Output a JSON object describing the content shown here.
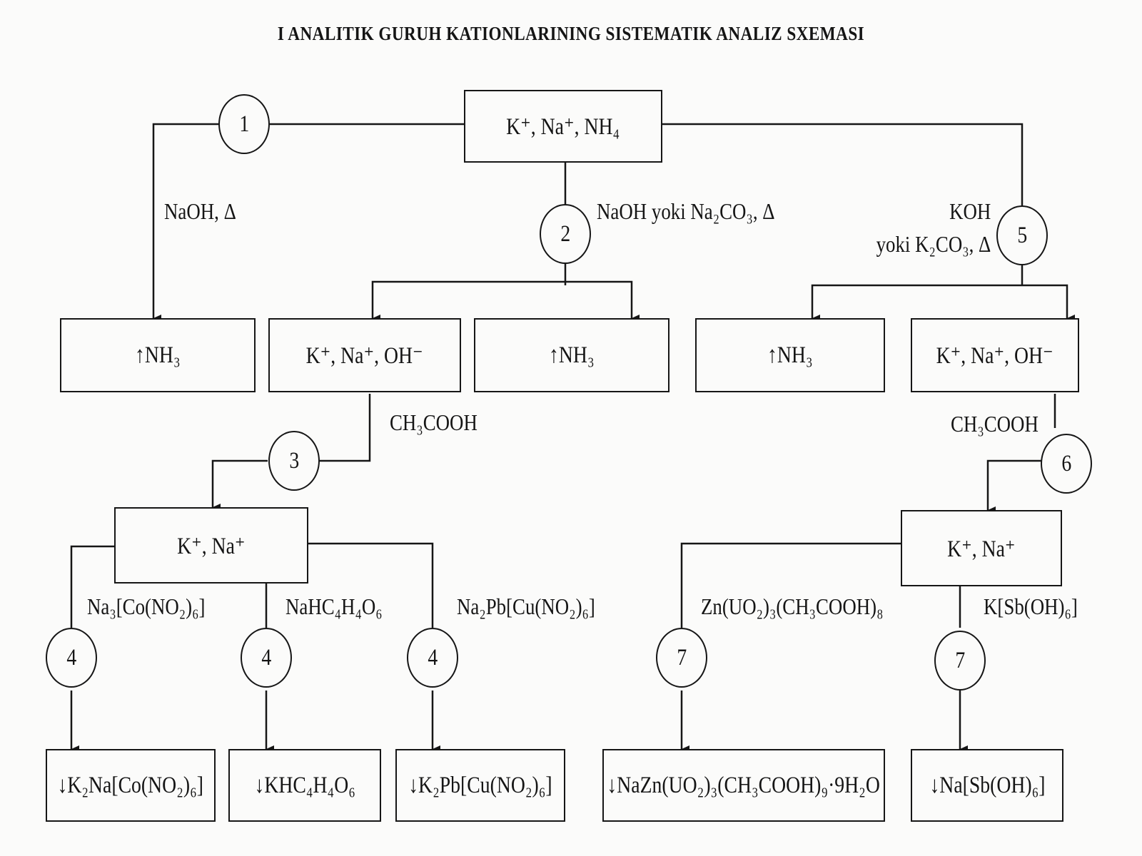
{
  "title": "I ANALITIK GURUH KATIONLARINING SISTEMATIK ANALIZ SXEMASI",
  "boxes": {
    "start": "K⁺, Na⁺, NH₄",
    "nh3_a": "↑NH₃",
    "mix_left": "K⁺, Na⁺, OH⁻",
    "nh3_b": "↑NH₃",
    "nh3_c": "↑NH₃",
    "mix_right": "K⁺, Na⁺, OH⁻",
    "kna_left": "K⁺, Na⁺",
    "kna_right": "K⁺, Na⁺",
    "p1": "↓K₂Na[Co(NO₂)₆]",
    "p2": "↓KHC₄H₄O₆",
    "p3": "↓K₂Pb[Cu(NO₂)₆]",
    "p4": "↓NaZn(UO₂)₃(CH₃COOH)₉·9H₂O",
    "p5": "↓Na[Sb(OH)₆]"
  },
  "steps": {
    "s1": "1",
    "s2": "2",
    "s3": "3",
    "s4a": "4",
    "s4b": "4",
    "s4c": "4",
    "s5": "5",
    "s6": "6",
    "s7a": "7",
    "s7b": "7"
  },
  "reagents": {
    "r1": "NaOH, Δ",
    "r2": "NaOH yoki Na₂CO₃, Δ",
    "r5a": "KOH",
    "r5b": "yoki K₂CO₃, Δ",
    "r3": "CH₃COOH",
    "r6": "CH₃COOH",
    "r4a": "Na₃[Co(NO₂)₆]",
    "r4b": "NaHC₄H₄O₆",
    "r4c": "Na₂Pb[Cu(NO₂)₆]",
    "r7a": "Zn(UO₂)₃(CH₃COOH)₈",
    "r7b": "K[Sb(OH)₆]"
  }
}
